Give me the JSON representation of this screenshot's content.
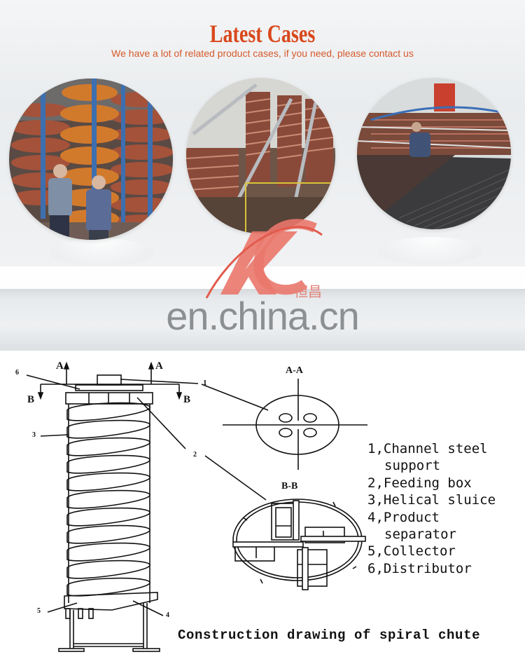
{
  "header": {
    "title": "Latest Cases",
    "subtitle": "We have a lot of related product cases, if you need, please contact us",
    "title_color": "#d9481c",
    "subtitle_color": "#d65a2c"
  },
  "case_photos": [
    {
      "name": "case-photo-1",
      "description": "Two men standing in front of orange spiral chutes with blue steel frames"
    },
    {
      "name": "case-photo-2",
      "description": "Outdoor plant with multiple spiral chute columns and steel pipes"
    },
    {
      "name": "case-photo-3",
      "description": "Worker at shaking table with spiral chutes in background"
    }
  ],
  "watermark": {
    "text": "en.china.cn",
    "logo_letters": "KC",
    "logo_cn": "恒昌",
    "logo_color": "#e8665a"
  },
  "drawing": {
    "section_aa": "A-A",
    "section_bb": "B-B",
    "marker_a": "A",
    "marker_b": "B",
    "callouts": [
      "1",
      "2",
      "3",
      "4",
      "5",
      "6"
    ],
    "legend": [
      {
        "num": "1,",
        "text": "Channel steel"
      },
      {
        "num": "",
        "text": "support"
      },
      {
        "num": "2,",
        "text": "Feeding box"
      },
      {
        "num": "3,",
        "text": "Helical sluice"
      },
      {
        "num": "4,",
        "text": "Product"
      },
      {
        "num": "",
        "text": "separator"
      },
      {
        "num": "5,",
        "text": "Collector"
      },
      {
        "num": "6,",
        "text": "Distributor"
      }
    ],
    "caption": "Construction drawing of spiral chute"
  }
}
